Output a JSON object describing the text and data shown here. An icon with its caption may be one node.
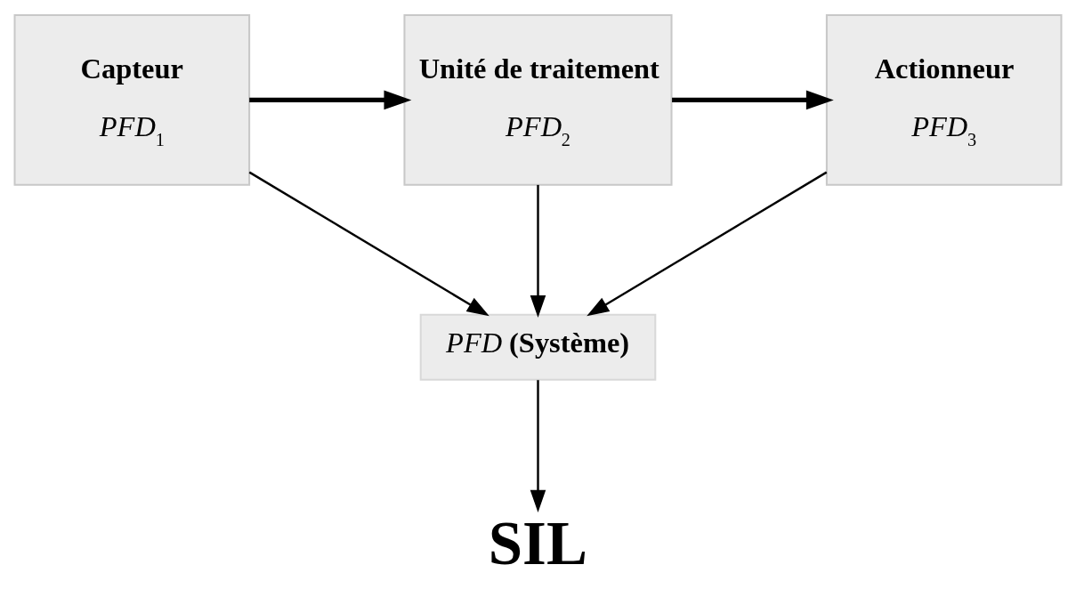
{
  "diagram": {
    "nodes": [
      {
        "text": [
          "Capteur",
          "*PFD*$_{1}$"
        ]
      },
      {
        "text": [
          "Unité de traitement",
          "*PFD*$_{2}$"
        ]
      },
      {
        "text": [
          "Actionneur",
          "*PFD*$_{3}$"
        ]
      },
      {
        "text": [
          "*PFD* **(Système)**"
        ]
      },
      {
        "text": [
          "SIL"
        ]
      }
    ],
    "edges": [
      {
        "from": 0,
        "to": 1,
        "arrow": "to",
        "style": "thick"
      },
      {
        "from": 1,
        "to": 2,
        "arrow": "to",
        "style": "thick"
      },
      {
        "from": 0,
        "to": 3,
        "arrow": "to"
      },
      {
        "from": 1,
        "to": 3,
        "arrow": "to"
      },
      {
        "from": 2,
        "to": 3,
        "arrow": "to"
      },
      {
        "from": 3,
        "to": 4,
        "arrow": "to"
      }
    ]
  }
}
